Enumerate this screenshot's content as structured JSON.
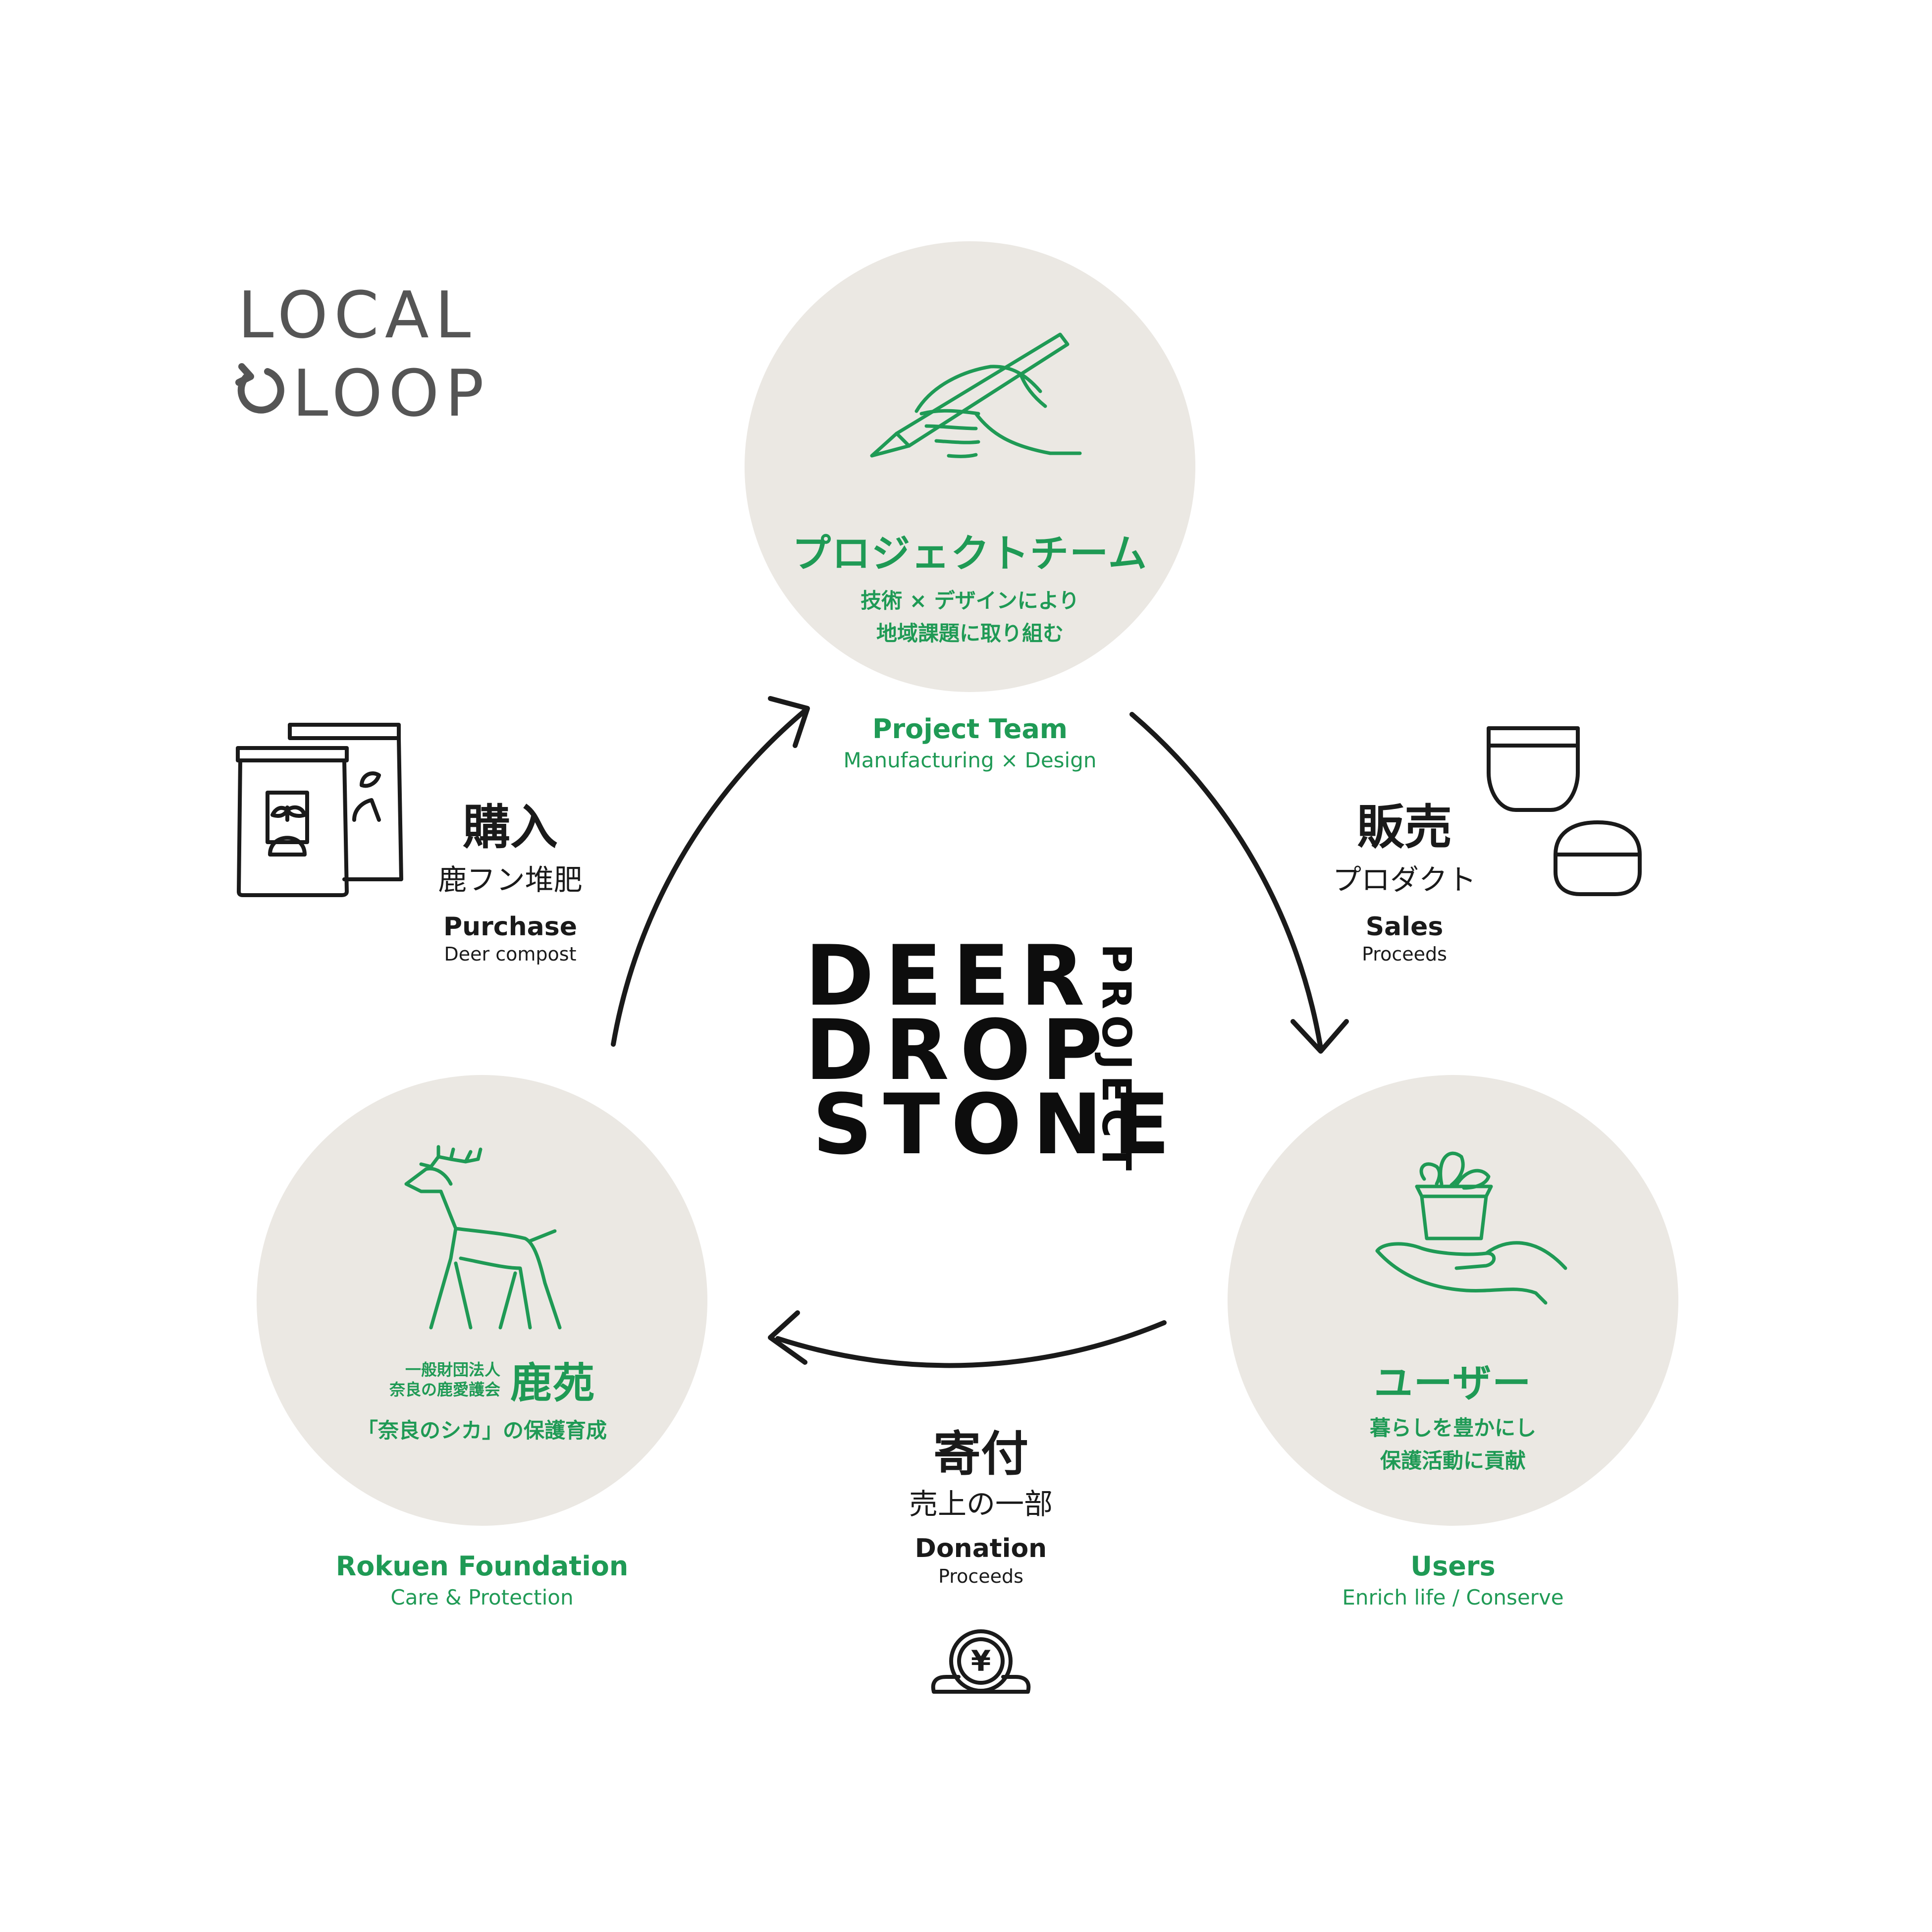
{
  "logo": {
    "line1": "LOCAL",
    "line2": "LOOP"
  },
  "center_logo": {
    "line1": "DEER",
    "line2": "DROP",
    "line3": "STONE",
    "vertical": "PROJECT"
  },
  "nodes": {
    "project_team": {
      "ja_title": "プロジェクトチーム",
      "ja_sub1": "技術 × デザインにより",
      "ja_sub2": "地域課題に取り組む",
      "en_title": "Project Team",
      "en_sub": "Manufacturing × Design"
    },
    "users": {
      "ja_title": "ユーザー",
      "ja_sub1": "暮らしを豊かにし",
      "ja_sub2": "保護活動に貢献",
      "en_title": "Users",
      "en_sub": "Enrich life / Conserve"
    },
    "rokuen": {
      "ja_small1": "一般財団法人",
      "ja_small2": "奈良の鹿愛護会",
      "ja_title": "鹿苑",
      "ja_sub": "「奈良のシカ」の保護育成",
      "en_title": "Rokuen Foundation",
      "en_sub": "Care & Protection"
    }
  },
  "flows": {
    "sales": {
      "ja": "販売",
      "ja_sub": "プロダクト",
      "en": "Sales",
      "en_sub": "Proceeds"
    },
    "donation": {
      "ja": "寄付",
      "ja_sub": "売上の一部",
      "en": "Donation",
      "en_sub": "Proceeds"
    },
    "purchase": {
      "ja": "購入",
      "ja_sub": "鹿フン堆肥",
      "en": "Purchase",
      "en_sub": "Deer compost"
    }
  },
  "icons": {
    "pen_hand": "pen-hand-icon",
    "plant_hand": "plant-in-hand-icon",
    "deer": "deer-icon",
    "compost_bags": "compost-bag-icon",
    "containers": "container-icon",
    "coin": "yen-coin-icon",
    "loop": "loop-arrow-icon"
  },
  "colors": {
    "green": "#1f9a55",
    "circle_bg": "#ebe8e3",
    "dark": "#1a1a1a",
    "logo_gray": "#555555"
  },
  "currency_symbol": "¥"
}
